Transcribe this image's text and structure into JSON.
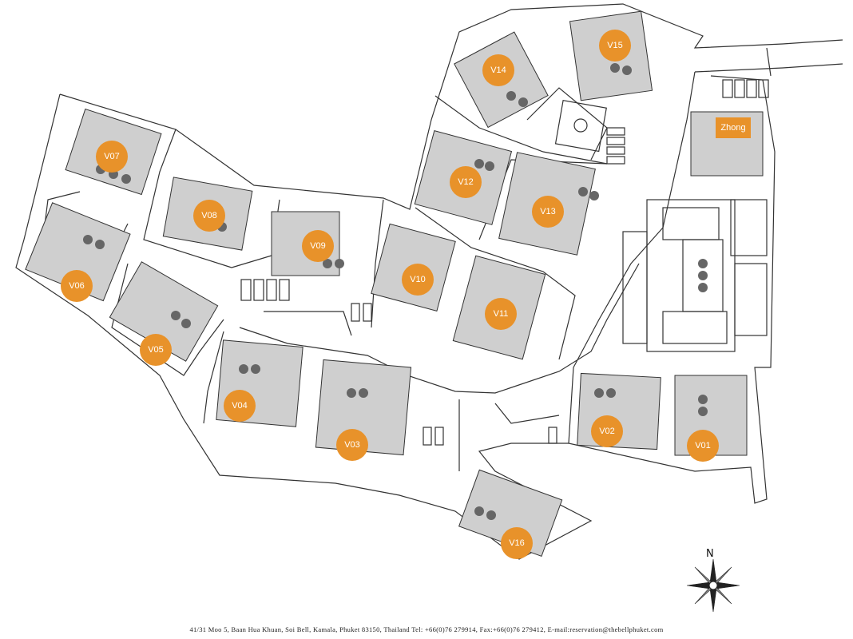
{
  "map": {
    "villas": [
      {
        "label": "V01"
      },
      {
        "label": "V02"
      },
      {
        "label": "V03"
      },
      {
        "label": "V04"
      },
      {
        "label": "V05"
      },
      {
        "label": "V06"
      },
      {
        "label": "V07"
      },
      {
        "label": "V08"
      },
      {
        "label": "V09"
      },
      {
        "label": "V10"
      },
      {
        "label": "V11"
      },
      {
        "label": "V12"
      },
      {
        "label": "V13"
      },
      {
        "label": "V14"
      },
      {
        "label": "V15"
      },
      {
        "label": "V16"
      }
    ],
    "zhong": {
      "label": "Zhong"
    },
    "compass": {
      "north_label": "N"
    },
    "marker_color": "#e8922a",
    "line_color": "#333333"
  },
  "footer": {
    "address": "41/31 Moo 5, Baan Hua Khuan, Soi Bell, Kamala, Phuket 83150, Thailand Tel: +66(0)76 279914, Fax:+66(0)76 279412, E-mail:reservation@thebellphuket.com"
  }
}
